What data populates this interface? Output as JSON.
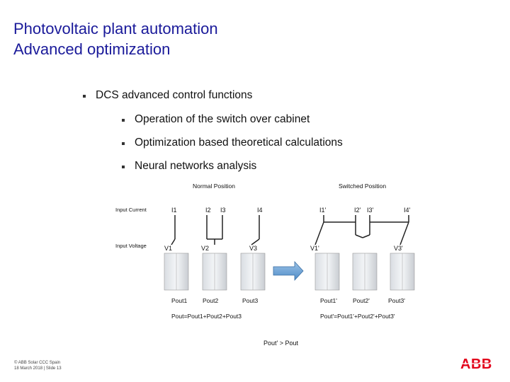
{
  "slide": {
    "title_line1": "Photovoltaic plant automation",
    "title_line2": "Advanced optimization"
  },
  "bullets": [
    {
      "text": "DCS advanced control functions",
      "level": 1
    },
    {
      "text": "Operation of the switch over cabinet",
      "level": 2
    },
    {
      "text": "Optimization based theoretical calculations",
      "level": 2
    },
    {
      "text": "Neural networks analysis",
      "level": 2
    }
  ],
  "diagram": {
    "normal_heading": "Normal Position",
    "switched_heading": "Switched Position",
    "row_current": "Input Current",
    "row_voltage": "Input Voltage",
    "normal_currents": [
      "I1",
      "I2",
      "I3",
      "I4"
    ],
    "switched_currents": [
      "I1'",
      "I2'",
      "I3'",
      "I4'"
    ],
    "normal_voltages": [
      "V1",
      "V2",
      "V3"
    ],
    "switched_voltages": [
      "V1'",
      "V3'"
    ],
    "normal_pouts": [
      "Pout1",
      "Pout2",
      "Pout3"
    ],
    "switched_pouts": [
      "Pout1'",
      "Pout2'",
      "Pout3'"
    ],
    "normal_sum": "Pout=Pout1+Pout2+Pout3",
    "switched_sum": "Pout'=Pout1'+Pout2'+Pout3'",
    "comparison": "Pout' > Pout"
  },
  "footer": {
    "line1": "© ABB Solar CCC Spain",
    "line2": "18 March 2018 | Slide 13"
  },
  "logo_text": "ABB",
  "colors": {
    "title": "#1a1a9a",
    "logo": "#e2001a",
    "arrow": "#6fa8dc"
  }
}
